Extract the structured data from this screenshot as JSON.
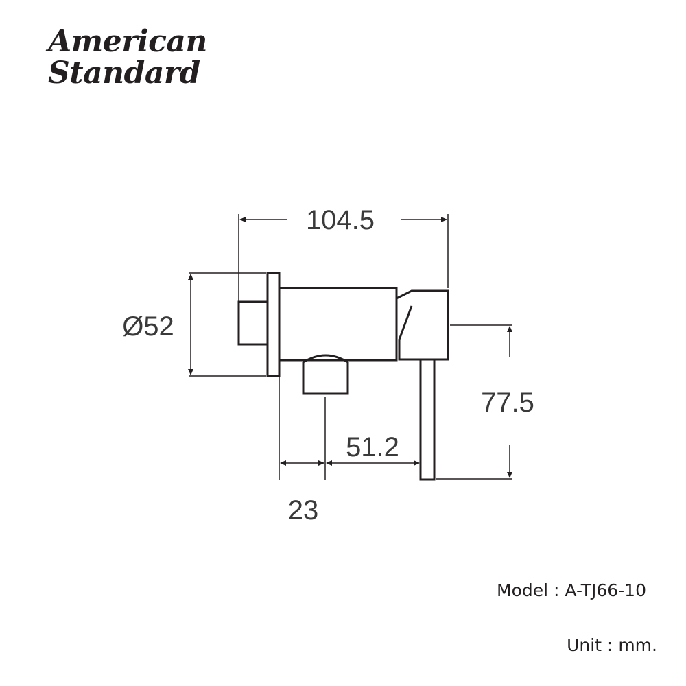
{
  "brand": {
    "line1": "American",
    "line2": "Standard"
  },
  "dimensions": {
    "overall_length": "104.5",
    "flange_diameter": "Ø52",
    "height": "77.5",
    "handle_offset": "51.2",
    "outlet_offset": "23"
  },
  "info": {
    "model": "Model : A-TJ66-10",
    "unit": "Unit : mm."
  },
  "colors": {
    "line": "#231f20",
    "background": "#ffffff"
  }
}
